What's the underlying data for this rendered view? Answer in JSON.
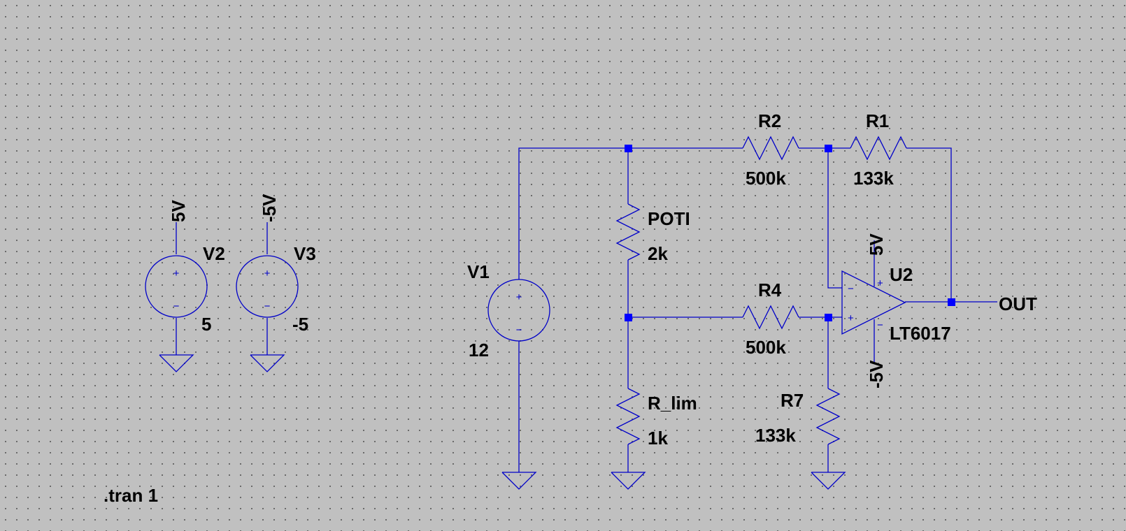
{
  "colors": {
    "background": "#c0c0c0",
    "wire": "#0000c8",
    "junction": "#0000ff",
    "text": "#000000"
  },
  "sources": {
    "V1": {
      "name": "V1",
      "value": "12"
    },
    "V2": {
      "name": "V2",
      "value": "5"
    },
    "V3": {
      "name": "V3",
      "value": "-5"
    }
  },
  "flags": {
    "v2_top": "5V",
    "v3_top": "-5V",
    "opamp_vplus": "5V",
    "opamp_vminus": "-5V",
    "out": "OUT"
  },
  "resistors": {
    "R1": {
      "name": "R1",
      "value": "133k"
    },
    "R2": {
      "name": "R2",
      "value": "500k"
    },
    "R4": {
      "name": "R4",
      "value": "500k"
    },
    "R7": {
      "name": "R7",
      "value": "133k"
    },
    "POTI": {
      "name": "POTI",
      "value": "2k"
    },
    "R_lim": {
      "name": "R_lim",
      "value": "1k"
    }
  },
  "opamp": {
    "name": "U2",
    "model": "LT6017",
    "plus_pin": "+",
    "minus_pin": "−"
  },
  "source_symbols": {
    "plus": "+",
    "minus": "−"
  },
  "directive": ".tran 1"
}
